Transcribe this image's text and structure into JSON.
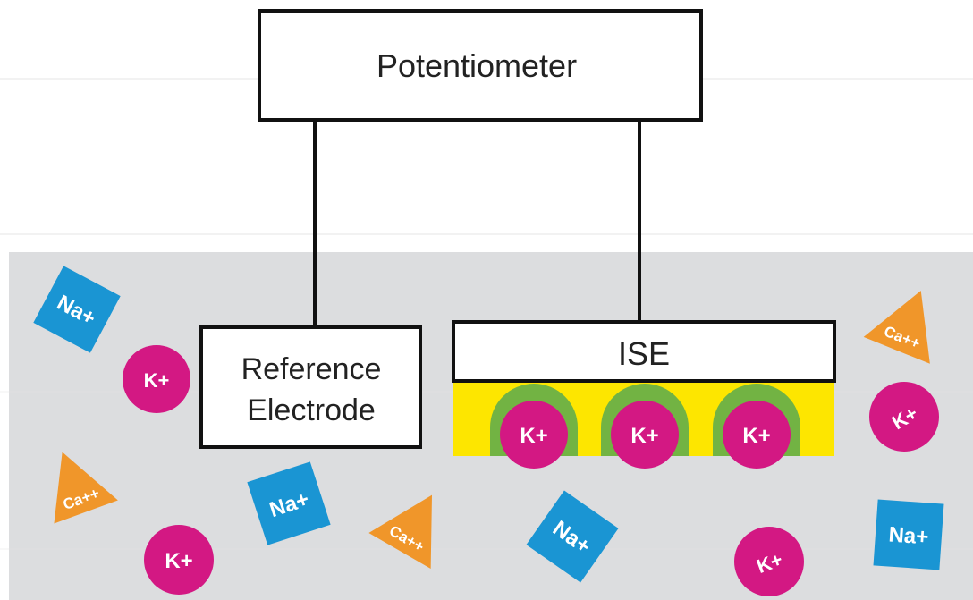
{
  "labels": {
    "potentiometer": "Potentiometer",
    "reference_line1": "Reference",
    "reference_line2": "Electrode",
    "ise": "ISE"
  },
  "ions": {
    "k": "K+",
    "na": "Na+",
    "ca": "Ca++"
  },
  "colors": {
    "solution": "#dcdddf",
    "potassium": "#d31883",
    "sodium": "#1a95d3",
    "calcium": "#f0962a",
    "membrane": "#fde600",
    "ionophore": "#72b343",
    "box_border": "#111111",
    "wire": "#111111"
  }
}
